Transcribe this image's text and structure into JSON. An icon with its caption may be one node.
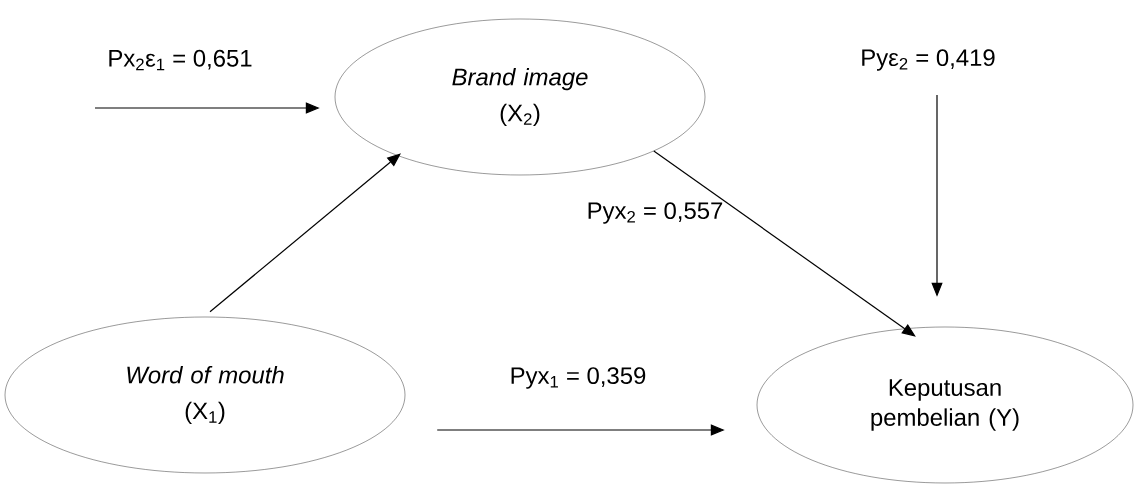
{
  "diagram": {
    "nodes": [
      {
        "text": [
          "Brand image",
          "(X$_{2}$)"
        ]
      },
      {
        "text": [
          "Word of mouth",
          "(X$_{1}$)"
        ]
      },
      {
        "text": [
          "Keputusan pembelian (Y)"
        ]
      }
    ],
    "edges": [
      {
        "from": null,
        "to": 0,
        "arrow": "to",
        "label": "Px$_{2}$ε$_{1}$ = 0,651"
      },
      {
        "from": 1,
        "to": 0,
        "arrow": "to"
      },
      {
        "from": 0,
        "to": 2,
        "arrow": "to",
        "label": "Pyx$_{2}$ = 0,557"
      },
      {
        "from": null,
        "to": 2,
        "arrow": "to",
        "label": "Pyε$_{2}$ = 0,419"
      },
      {
        "from": 1,
        "to": 2,
        "arrow": "to",
        "label": "Pyx$_{1}$ = 0,359"
      }
    ]
  }
}
